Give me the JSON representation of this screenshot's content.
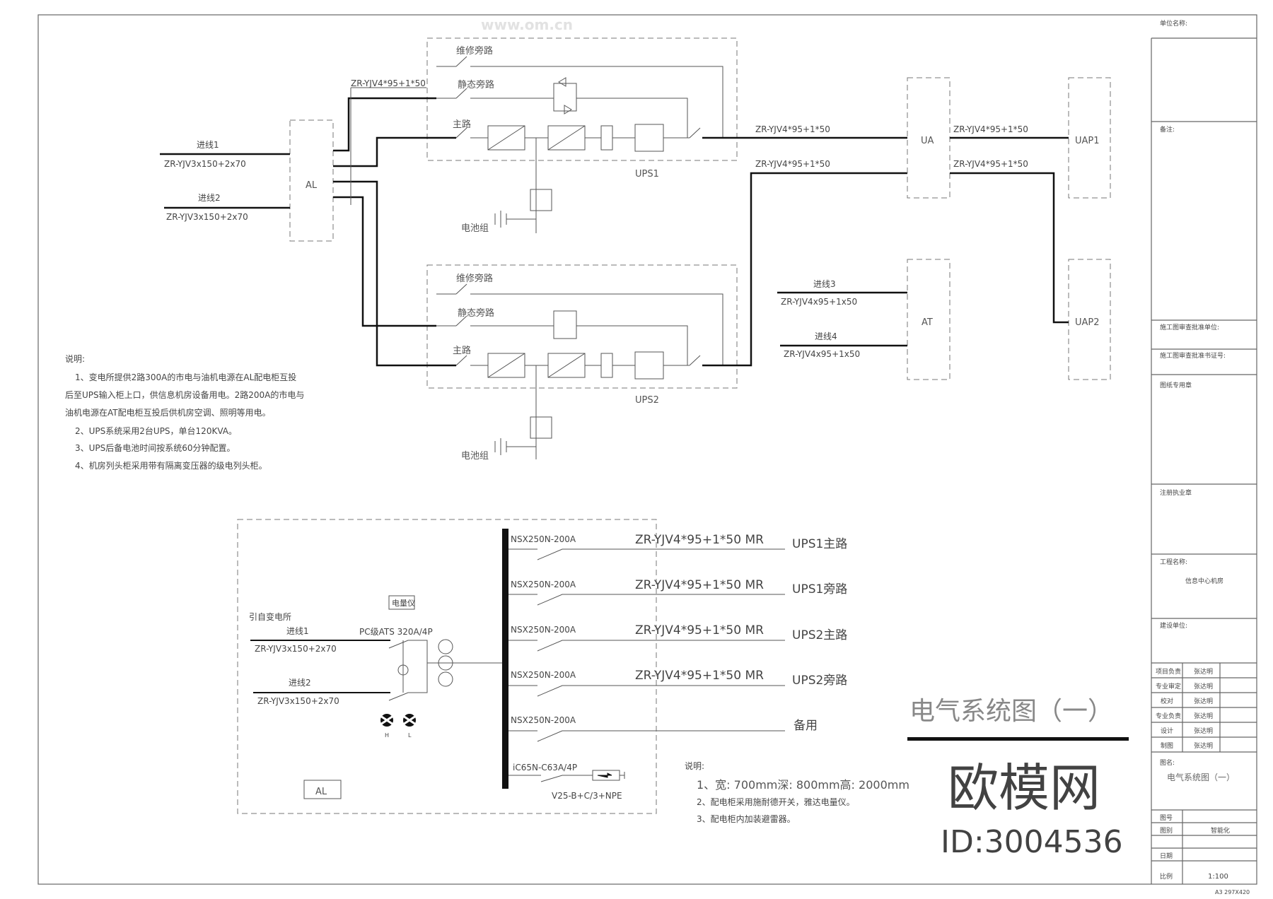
{
  "ups_section": {
    "maint_bypass": "维修旁路",
    "static_bypass": "静态旁路",
    "main_path": "主路",
    "battery": "电池组",
    "ups1": "UPS1",
    "ups2": "UPS2",
    "cable_ups_in": "ZR-YJV4*95+1*50",
    "incoming1": "进线1",
    "incoming2": "进线2",
    "incoming_cable": "ZR-YJV3x150+2x70",
    "al": "AL",
    "ua": "UA",
    "uap1": "UAP1",
    "uap2": "UAP2",
    "at": "AT",
    "cable_out1": "ZR-YJV4*95+1*50",
    "cable_out2": "ZR-YJV4*95+1*50",
    "cable_uap1": "ZR-YJV4*95+1*50",
    "cable_uap2": "ZR-YJV4*95+1*50",
    "incoming3": "进线3",
    "incoming4": "进线4",
    "incoming_at_cable": "ZR-YJV4x95+1x50"
  },
  "notes": {
    "title": "说明:",
    "lines": [
      "1、变电所提供2路300A的市电与油机电源在AL配电柜互投",
      "后至UPS输入柜上口，供信息机房设备用电。2路200A的市电与",
      "油机电源在AT配电柜互投后供机房空调、照明等用电。",
      "2、UPS系统采用2台UPS，单台120KVA。",
      "3、UPS后备电池时间按系统60分钟配置。",
      "4、机房列头柜采用带有隔离变压器的级电列头柜。"
    ]
  },
  "al_panel": {
    "source": "引自变电所",
    "incoming1": "进线1",
    "incoming2": "进线2",
    "cable": "ZR-YJV3x150+2x70",
    "ats": "PC级ATS 320A/4P",
    "meter": "电量仪",
    "lamp_h": "H",
    "lamp_l": "L",
    "name": "AL",
    "feeders": [
      {
        "breaker": "NSX250N-200A",
        "cable": "ZR-YJV4*95+1*50 MR",
        "dest": "UPS1主路"
      },
      {
        "breaker": "NSX250N-200A",
        "cable": "ZR-YJV4*95+1*50 MR",
        "dest": "UPS1旁路"
      },
      {
        "breaker": "NSX250N-200A",
        "cable": "ZR-YJV4*95+1*50 MR",
        "dest": "UPS2主路"
      },
      {
        "breaker": "NSX250N-200A",
        "cable": "ZR-YJV4*95+1*50 MR",
        "dest": "UPS2旁路"
      },
      {
        "breaker": "NSX250N-200A",
        "cable": "",
        "dest": "备用"
      }
    ],
    "spd_breaker": "iC65N-C63A/4P",
    "spd": "V25-B+C/3+NPE"
  },
  "panel_notes": {
    "title": "说明:",
    "lines": [
      "1、宽: 700mm深: 800mm高: 2000mm",
      "2、配电柜采用施耐德开关，雅达电量仪。",
      "3、配电柜内加装避雷器。"
    ]
  },
  "drawing_title": "电气系统图（一）",
  "title_block": {
    "unit_name": "单位名称:",
    "remarks": "备注:",
    "review_unit": "施工图审查批准单位:",
    "review_cert": "施工图审查批准书证号:",
    "drawing_seal": "图纸专用章",
    "reg_seal": "注册执业章",
    "project_label": "工程名称:",
    "project_name": "信息中心机房",
    "client_label": "建设单位:",
    "staff": [
      {
        "role": "项目负责",
        "name": "张达明"
      },
      {
        "role": "专业审定",
        "name": "张达明"
      },
      {
        "role": "校对",
        "name": "张达明"
      },
      {
        "role": "专业负责",
        "name": "张达明"
      },
      {
        "role": "设计",
        "name": "张达明"
      },
      {
        "role": "制图",
        "name": "张达明"
      }
    ],
    "drawing_name_label": "图名:",
    "drawing_name": "电气系统图（一）",
    "drawing_no_label": "图号",
    "category_label": "图别",
    "category": "智能化",
    "date_label": "日期",
    "scale_label": "比例",
    "scale": "1:100",
    "paper": "A3 297X420"
  },
  "watermark": {
    "brand": "欧模网",
    "id": "ID:3004536",
    "url": "www.om.cn"
  }
}
